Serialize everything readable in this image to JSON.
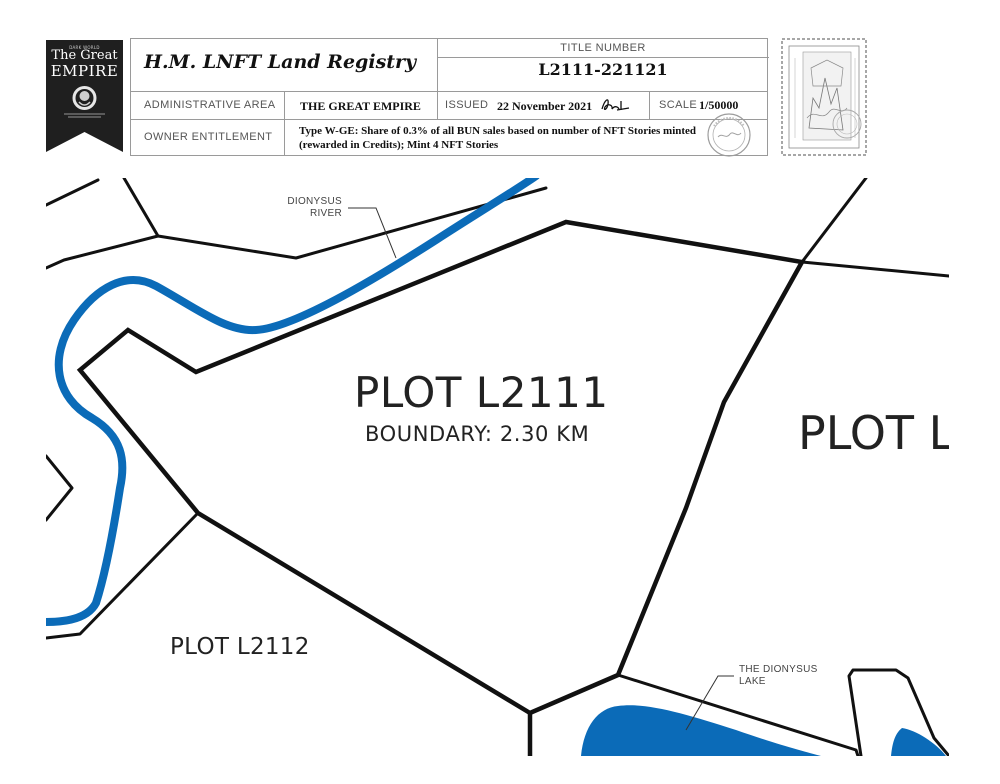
{
  "badge": {
    "small_text": "DARK WORLD",
    "line1": "The Great",
    "line2": "EMPIRE",
    "ribbon_color": "#1f1f1f"
  },
  "registry": {
    "title": "H.M. LNFT Land Registry",
    "title_number_label": "TITLE NUMBER",
    "title_number": "L2111-221121",
    "admin_area_label": "ADMINISTRATIVE AREA",
    "admin_area": "THE GREAT EMPIRE",
    "issued_label": "ISSUED",
    "issued_date": "22 November 2021",
    "scale_label": "SCALE",
    "scale": "1/50000",
    "owner_label": "OWNER ENTITLEMENT",
    "owner_line1": "Type W-GE: Share of 0.3% of all BUN sales based on number of NFT Stories minted",
    "owner_line2": "(rewarded in Credits); Mint 4 NFT Stories"
  },
  "stamp": {
    "top_text": "A LOOTVERSE",
    "left_text": "LOOT PROJECT PHILOSOPHY",
    "right_text": "BERSERKER"
  },
  "map": {
    "river_color": "#0b6bb8",
    "boundary_color": "#111111",
    "plot_main": "PLOT L2111",
    "boundary": "BOUNDARY: 2.30 KM",
    "plot_right": "PLOT L",
    "plot_left": "PLOT L2112",
    "river_label_1": "DIONYSUS",
    "river_label_2": "RIVER",
    "lake_label_1": "THE DIONYSUS",
    "lake_label_2": "LAKE"
  }
}
